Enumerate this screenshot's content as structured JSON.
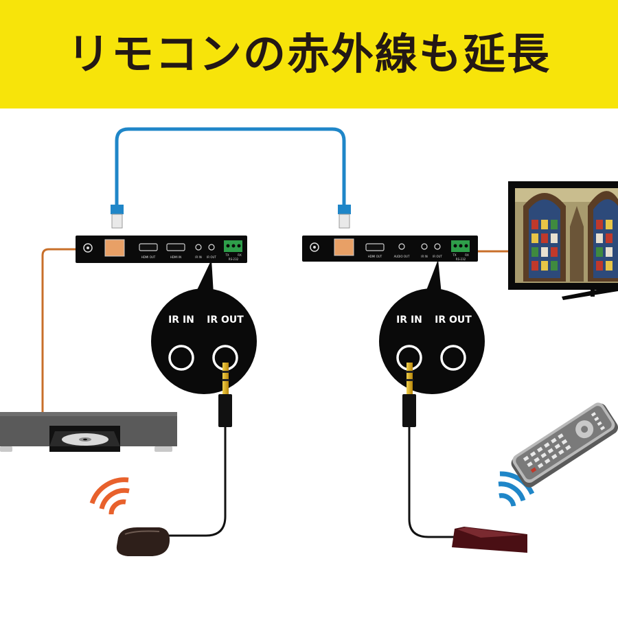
{
  "banner": {
    "title": "リモコンの赤外線も延長"
  },
  "transmitter": {
    "port_labels": [
      "HDMI OUT",
      "HDMI IN",
      "IR IN",
      "IR OUT",
      "TX",
      "RX",
      "RS-232"
    ],
    "callout": {
      "left_label": "IR IN",
      "right_label": "IR OUT",
      "connected_port": "IR OUT"
    }
  },
  "receiver": {
    "port_labels": [
      "HDMI OUT",
      "AUDIO OUT",
      "IR IN",
      "IR OUT",
      "TX",
      "RX",
      "RS-232"
    ],
    "callout": {
      "left_label": "IR IN",
      "right_label": "IR OUT",
      "connected_port": "IR IN"
    }
  },
  "colors": {
    "banner": "#f7e40a",
    "title_text": "#231815",
    "lan_cable": "#1f86c8",
    "hdmi_cable": "#c86f2a",
    "ir_waves_left": "#e8612c",
    "ir_waves_right": "#1f86c8",
    "jack_gold": "#e0b21c"
  },
  "icons": [
    "dvd-player-icon",
    "tv-icon",
    "remote-control-icon",
    "ir-emitter-icon",
    "ir-receiver-icon",
    "lan-connector-icon"
  ]
}
